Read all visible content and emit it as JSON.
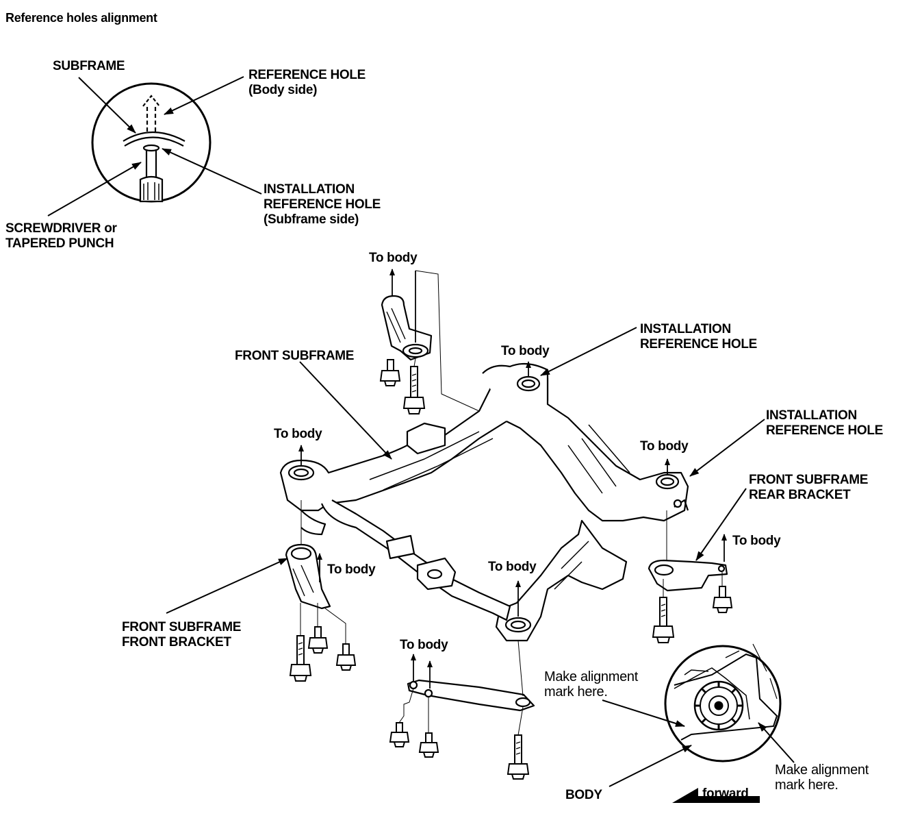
{
  "title": "Reference holes alignment",
  "detail": {
    "subframe": "SUBFRAME",
    "reference_hole": [
      "REFERENCE HOLE",
      "(Body side)"
    ],
    "installation_reference_hole": [
      "INSTALLATION",
      "REFERENCE HOLE",
      "(Subframe side)"
    ],
    "tool": [
      "SCREWDRIVER or",
      "TAPERED PUNCH"
    ]
  },
  "labels": {
    "front_subframe": "FRONT SUBFRAME",
    "install_ref_hole_1": [
      "INSTALLATION",
      "REFERENCE HOLE"
    ],
    "install_ref_hole_2": [
      "INSTALLATION",
      "REFERENCE HOLE"
    ],
    "rear_bracket": [
      "FRONT SUBFRAME",
      "REAR BRACKET"
    ],
    "front_bracket": [
      "FRONT SUBFRAME",
      "FRONT BRACKET"
    ],
    "to_body": "To body",
    "align_mark_1": [
      "Make alignment",
      "mark here."
    ],
    "align_mark_2": [
      "Make alignment",
      "mark here."
    ],
    "body": "BODY",
    "forward": "forward"
  },
  "colors": {
    "ink": "#000000",
    "paper": "#ffffff"
  }
}
